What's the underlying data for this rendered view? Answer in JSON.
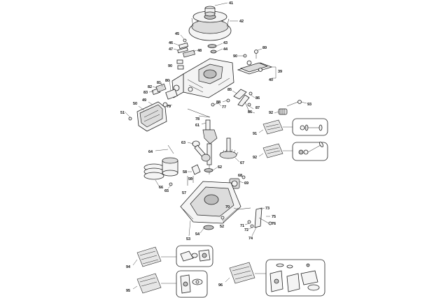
{
  "diagram": {
    "callouts": {
      "c41": "41",
      "c42": "42",
      "c43": "43",
      "c44": "44",
      "c45": "45",
      "c46": "46",
      "c47": "47",
      "c48": "48",
      "c39": "39",
      "c40": "40",
      "c89": "89",
      "c90": "90",
      "c93": "93",
      "c85": "85",
      "c86a": "86",
      "c86b": "86",
      "c87": "87",
      "c88": "88",
      "c92top": "92",
      "c92": "92",
      "c91": "91",
      "c51": "51",
      "c50": "50",
      "c49": "49",
      "c83": "83",
      "c82": "82",
      "c81": "81",
      "c80": "80",
      "c79": "79",
      "c77": "77",
      "c78": "78",
      "c61": "61",
      "c63": "63",
      "c64": "64",
      "c66": "66",
      "c65": "65",
      "c67": "67",
      "c62": "62",
      "c58": "58",
      "c56": "56",
      "c57": "57",
      "c68": "68",
      "c69": "69",
      "c70": "70",
      "c71": "71",
      "c72": "72",
      "c73": "73",
      "c74": "74",
      "c75": "75",
      "c76": "76",
      "c52": "52",
      "c53": "53",
      "c54": "54",
      "c94": "94",
      "c95": "95",
      "c96": "96"
    }
  }
}
